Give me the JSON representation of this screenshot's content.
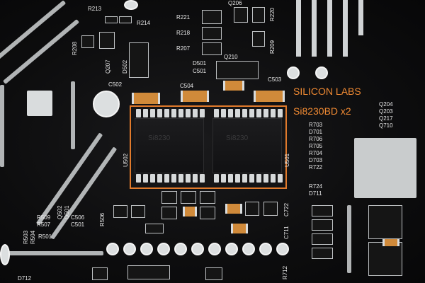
{
  "callout": {
    "manufacturer": "SILICON LABS",
    "part": "Si8230BD x2"
  },
  "silkscreen": {
    "r213": "R213",
    "r214": "R214",
    "r208": "R208",
    "q207": "Q207",
    "d502": "D502",
    "r221": "R221",
    "r218": "R218",
    "r207": "R207",
    "q206": "Q206",
    "r220": "R220",
    "r209": "R209",
    "d501": "D501",
    "c501": "C501",
    "q210": "Q210",
    "c502": "C502",
    "c504": "C504",
    "c503": "C503",
    "u502": "U502",
    "u501": "U501",
    "q204": "Q204",
    "q203": "Q203",
    "q217": "Q217",
    "q710": "Q710",
    "r703": "R703",
    "d701": "D701",
    "r706": "R706",
    "r705": "R705",
    "r704": "R704",
    "d703": "D703",
    "r722": "R722",
    "r724": "R724",
    "d711": "D711",
    "r509": "R509",
    "r507": "R507",
    "q502": "Q502",
    "q501": "Q501",
    "c506": "C506",
    "c501b": "C501",
    "r506": "R506",
    "r503": "R503",
    "r504": "R504",
    "r501": "R501",
    "c711": "C711",
    "c722": "C722",
    "r712": "R712",
    "d712": "D712",
    "chip_mark_a": "Si8230",
    "chip_mark_b": "Si8230"
  },
  "colors": {
    "highlight": "#e07a2c",
    "callout_text": "#f08a33",
    "pcb": "#0d0d0e",
    "silkscreen": "#e8e8e8"
  }
}
